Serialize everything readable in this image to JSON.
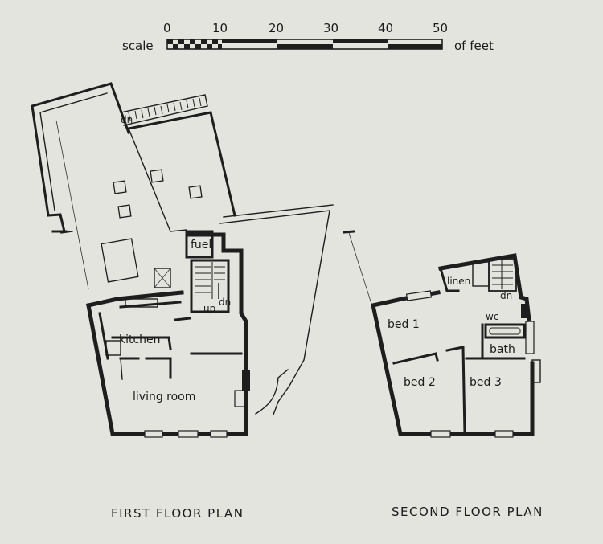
{
  "scale": {
    "label_prefix": "scale",
    "label_suffix": "of feet",
    "ticks": [
      "0",
      "10",
      "20",
      "30",
      "40",
      "50"
    ]
  },
  "first_floor": {
    "title": "FIRST FLOOR PLAN",
    "rooms": {
      "kitchen": "kitchen",
      "living_room": "living room",
      "fuel": "fuel"
    },
    "stair_labels": {
      "up": "up",
      "down": "dn",
      "terrace_down": "dn"
    }
  },
  "second_floor": {
    "title": "SECOND FLOOR PLAN",
    "rooms": {
      "bed1": "bed 1",
      "bed2": "bed 2",
      "bed3": "bed 3",
      "linen": "linen",
      "wc": "wc",
      "bath": "bath"
    },
    "stair_labels": {
      "down": "dn"
    }
  }
}
